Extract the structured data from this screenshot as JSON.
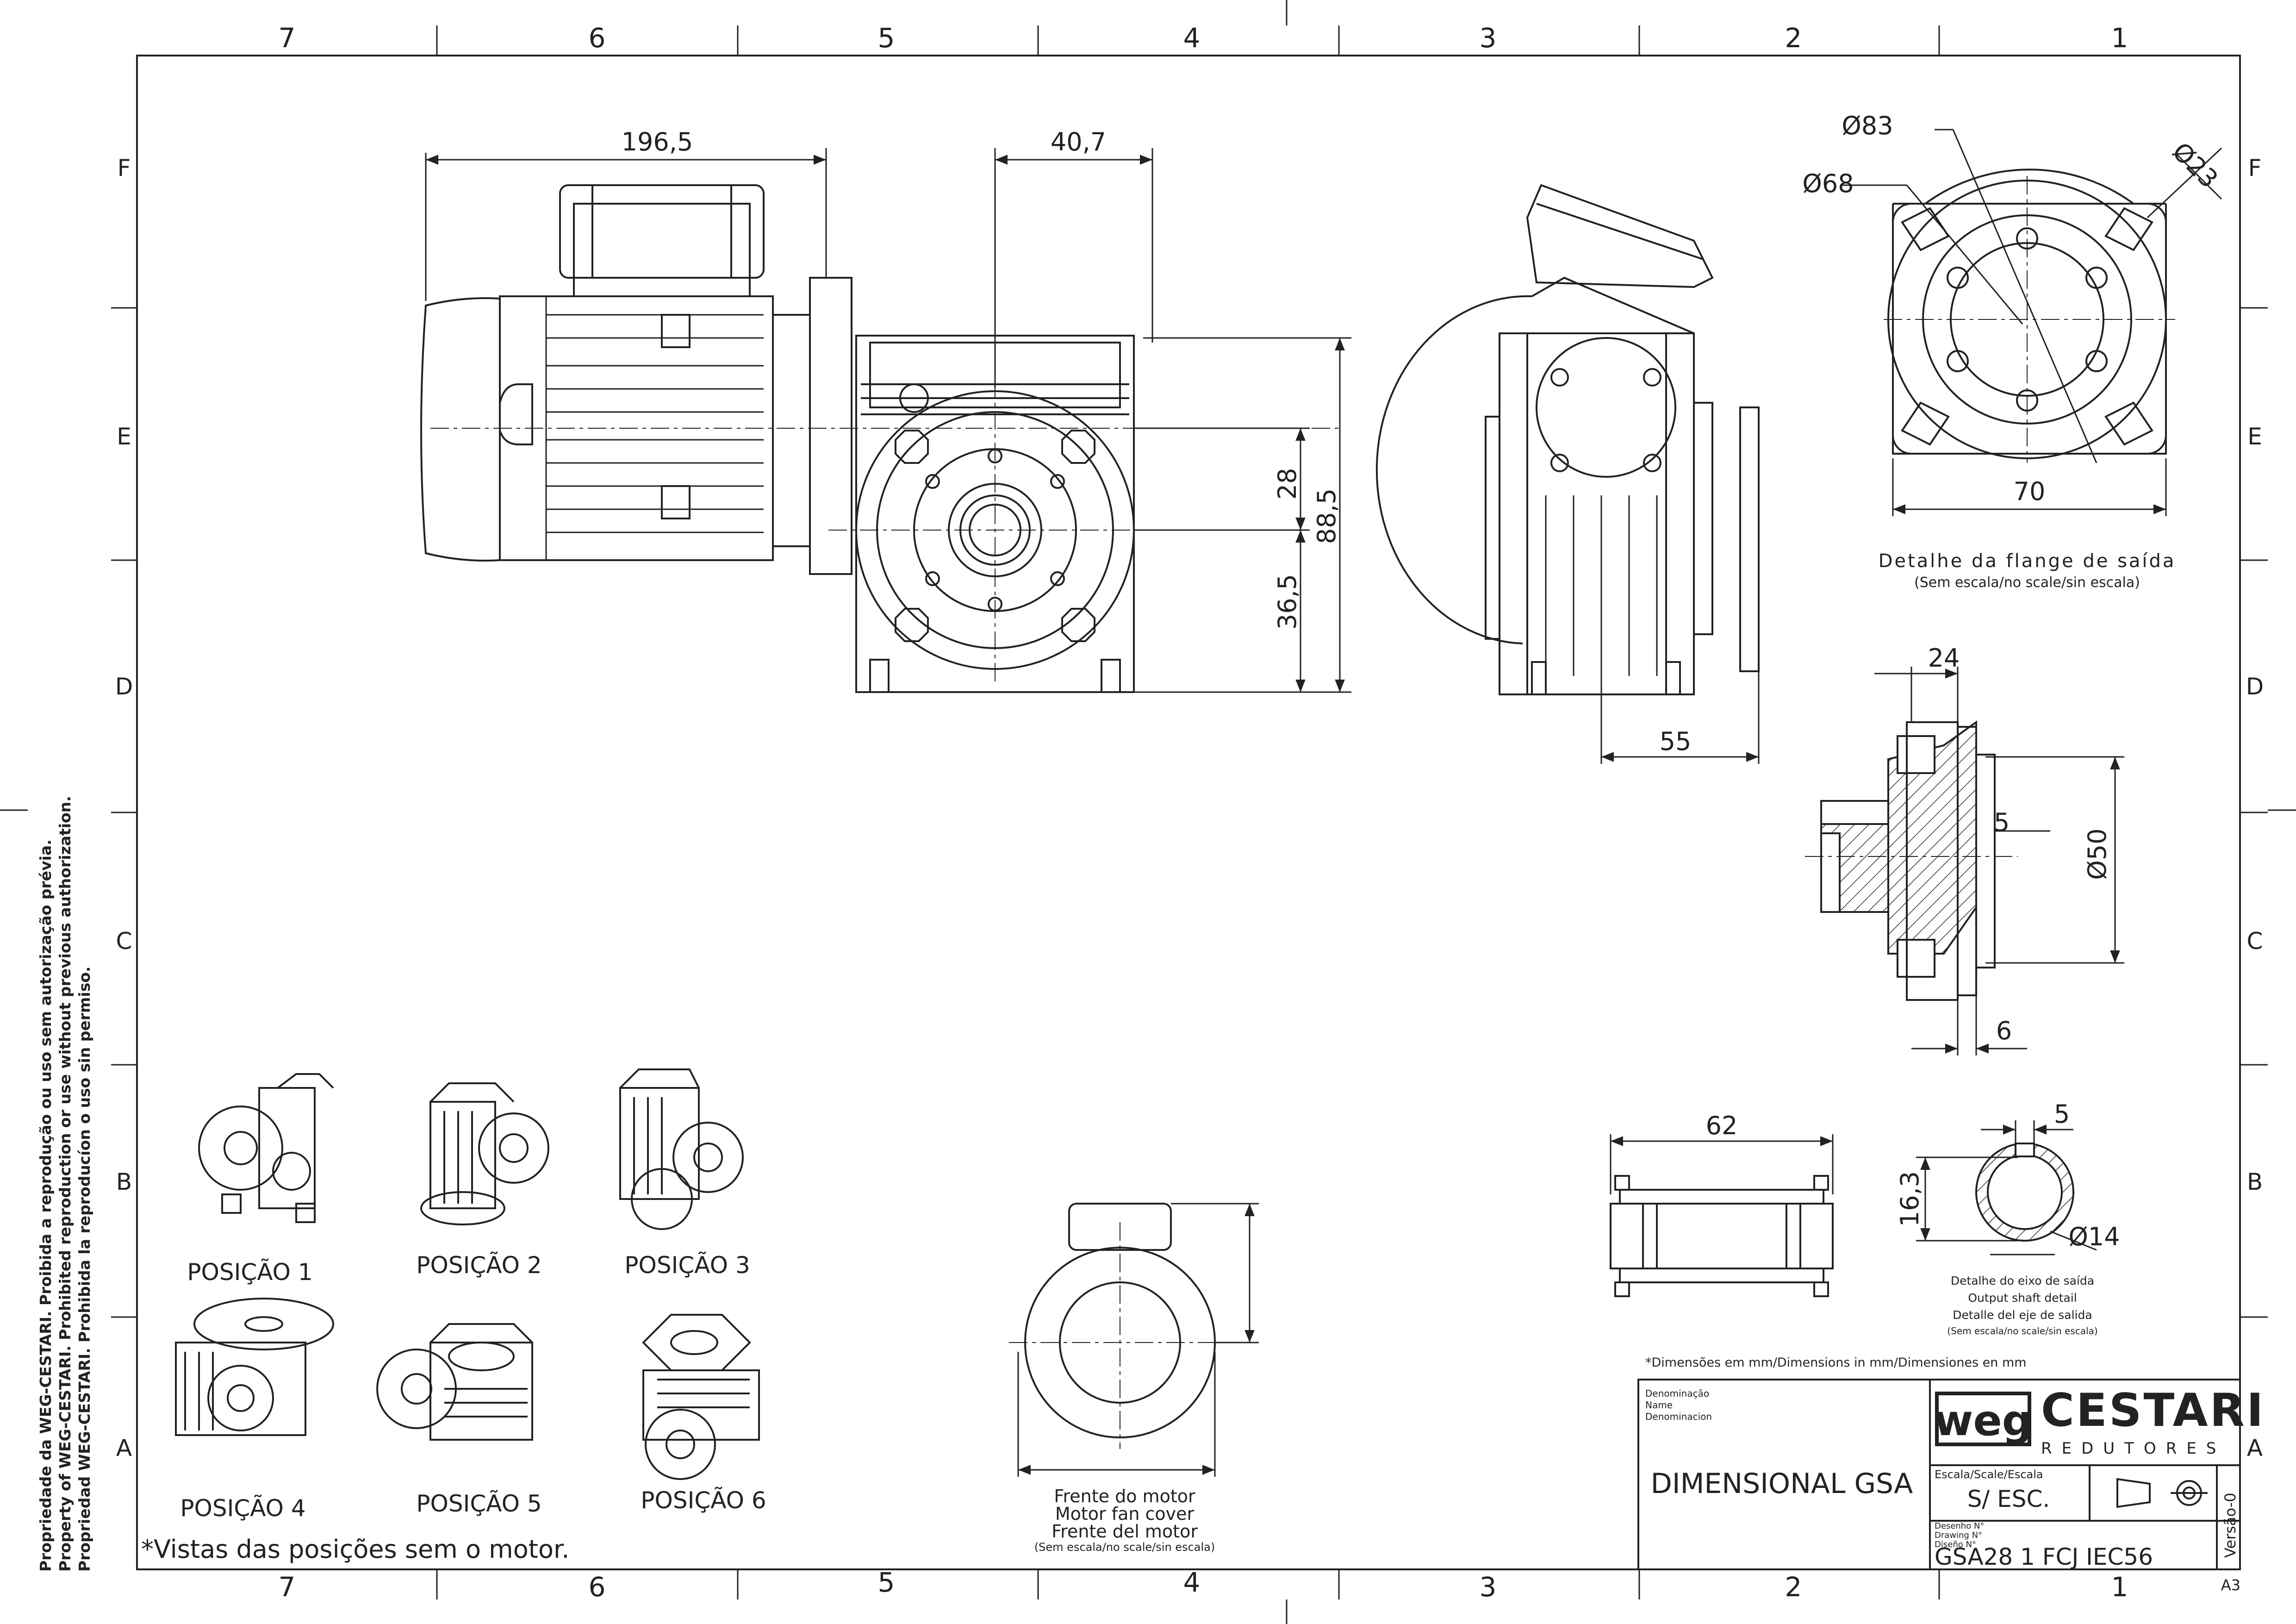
{
  "frame": {
    "columns": [
      "7",
      "6",
      "5",
      "4",
      "3",
      "2",
      "1"
    ],
    "rows": [
      "F",
      "E",
      "D",
      "C",
      "B",
      "A"
    ]
  },
  "copyright": [
    "Propriedade da WEG-CESTARI. Proibida a reprodução ou uso sem autorização prévia.",
    "Property of WEG-CESTARI. Prohibited reproduction or use without previous authorization.",
    "Propriedad WEG-CESTARI. Prohibida la reproducíon o uso sin permiso."
  ],
  "main_view": {
    "dims": {
      "d1": "196,5",
      "d2": "40,7",
      "d3": "28",
      "d4": "88,5",
      "d5": "36,5"
    }
  },
  "side_view": {
    "dims": {
      "d1": "55"
    }
  },
  "flange_detail": {
    "dims": {
      "outer_dia": "Ø83",
      "inner_dia": "Ø68",
      "hole_dia": "Ø23",
      "width": "70"
    },
    "title": "Detalhe da flange de saída",
    "subtitle": "(Sem escala/no scale/sin escala)"
  },
  "section_view": {
    "dims": {
      "d1": "24",
      "d2": "5",
      "d3": "Ø50",
      "d4": "6"
    }
  },
  "bottom_view": {
    "dims": {
      "d1": "62"
    }
  },
  "shaft_detail": {
    "dims": {
      "key": "5",
      "height": "16,3",
      "dia": "Ø14"
    },
    "caption": [
      "Detalhe do eixo de saída",
      "Output shaft detail",
      "Detalle del eje de salida",
      "(Sem escala/no scale/sin escala)"
    ]
  },
  "motor_front": {
    "caption": [
      "Frente do motor",
      "Motor fan cover",
      "Frente del motor",
      "(Sem escala/no scale/sin escala)"
    ]
  },
  "positions": [
    "POSIÇÃO 1",
    "POSIÇÃO 2",
    "POSIÇÃO 3",
    "POSIÇÃO 4",
    "POSIÇÃO 5",
    "POSIÇÃO 6"
  ],
  "positions_note": "*Vistas das posições sem o motor.",
  "dimensions_note": "*Dimensões em mm/Dimensions in mm/Dimensiones en mm",
  "title_block": {
    "name_labels": [
      "Denominação",
      "Name",
      "Denominacion"
    ],
    "name_value": "DIMENSIONAL GSA",
    "logo_weg": "weg",
    "logo_cestari": "CESTARI",
    "logo_sub": "REDUTORES",
    "scale_label": "Escala/Scale/Escala",
    "scale_value": "S/  ESC.",
    "drawing_labels": [
      "Desenho  N°",
      "Drawing  N°",
      "Diseño  N°"
    ],
    "drawing_value": "GSA28 1 FCJ IEC56",
    "version": "Versão-0",
    "sheet_size": "A3"
  }
}
